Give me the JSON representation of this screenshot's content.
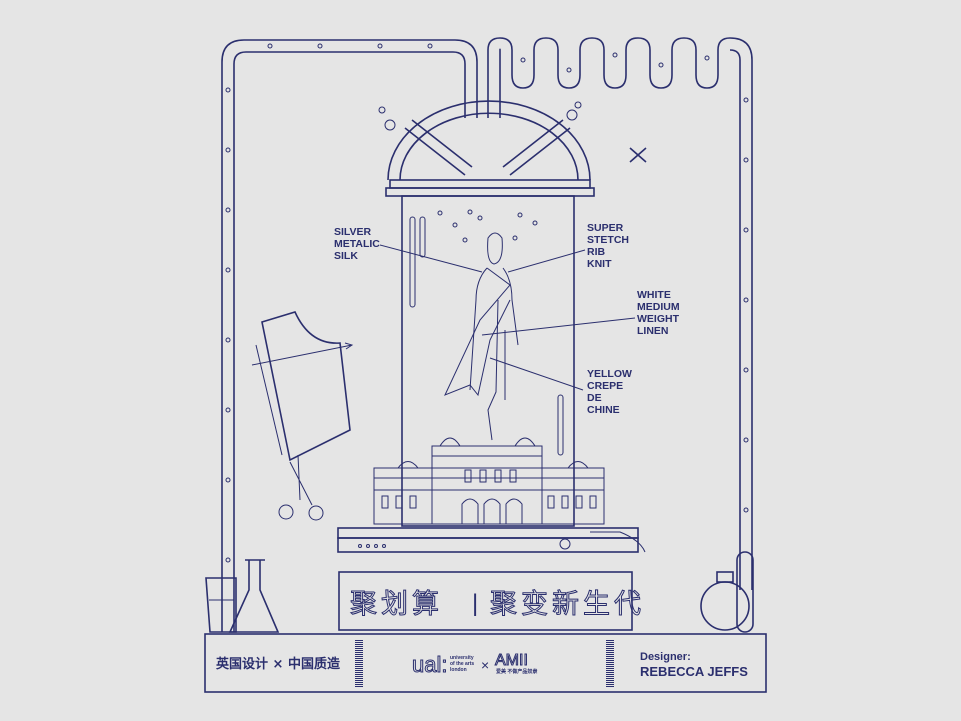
{
  "colors": {
    "background": "#e5e5e5",
    "ink": "#2b2f6e"
  },
  "labels": {
    "silver": [
      "SILVER",
      "METALIC",
      "SILK"
    ],
    "super": [
      "SUPER",
      "STETCH",
      "RIB",
      "KNIT"
    ],
    "white": [
      "WHITE",
      "MEDIUM",
      "WEIGHT",
      "LINEN"
    ],
    "yellow": [
      "YELLOW",
      "CREPE",
      "DE",
      "CHINE"
    ]
  },
  "slogan": {
    "left": "聚划算",
    "divider": "|",
    "right": "聚变新生代"
  },
  "footer": {
    "left_text": "英国设计 × 中国质造",
    "ual_mark": "ual:",
    "ual_lines": [
      "university",
      "of the arts",
      "london"
    ],
    "cross": "×",
    "amii_mark": "AMII",
    "amii_sub": "爱美 不做产品奴隶",
    "designer_label": "Designer:",
    "designer_name": "REBECCA JEFFS"
  },
  "icons": [
    "close-x-icon",
    "scissors-icon",
    "flask-icon",
    "beaker-icon",
    "test-tube-icon",
    "round-flask-icon",
    "building-icon",
    "dress-figure-icon"
  ]
}
